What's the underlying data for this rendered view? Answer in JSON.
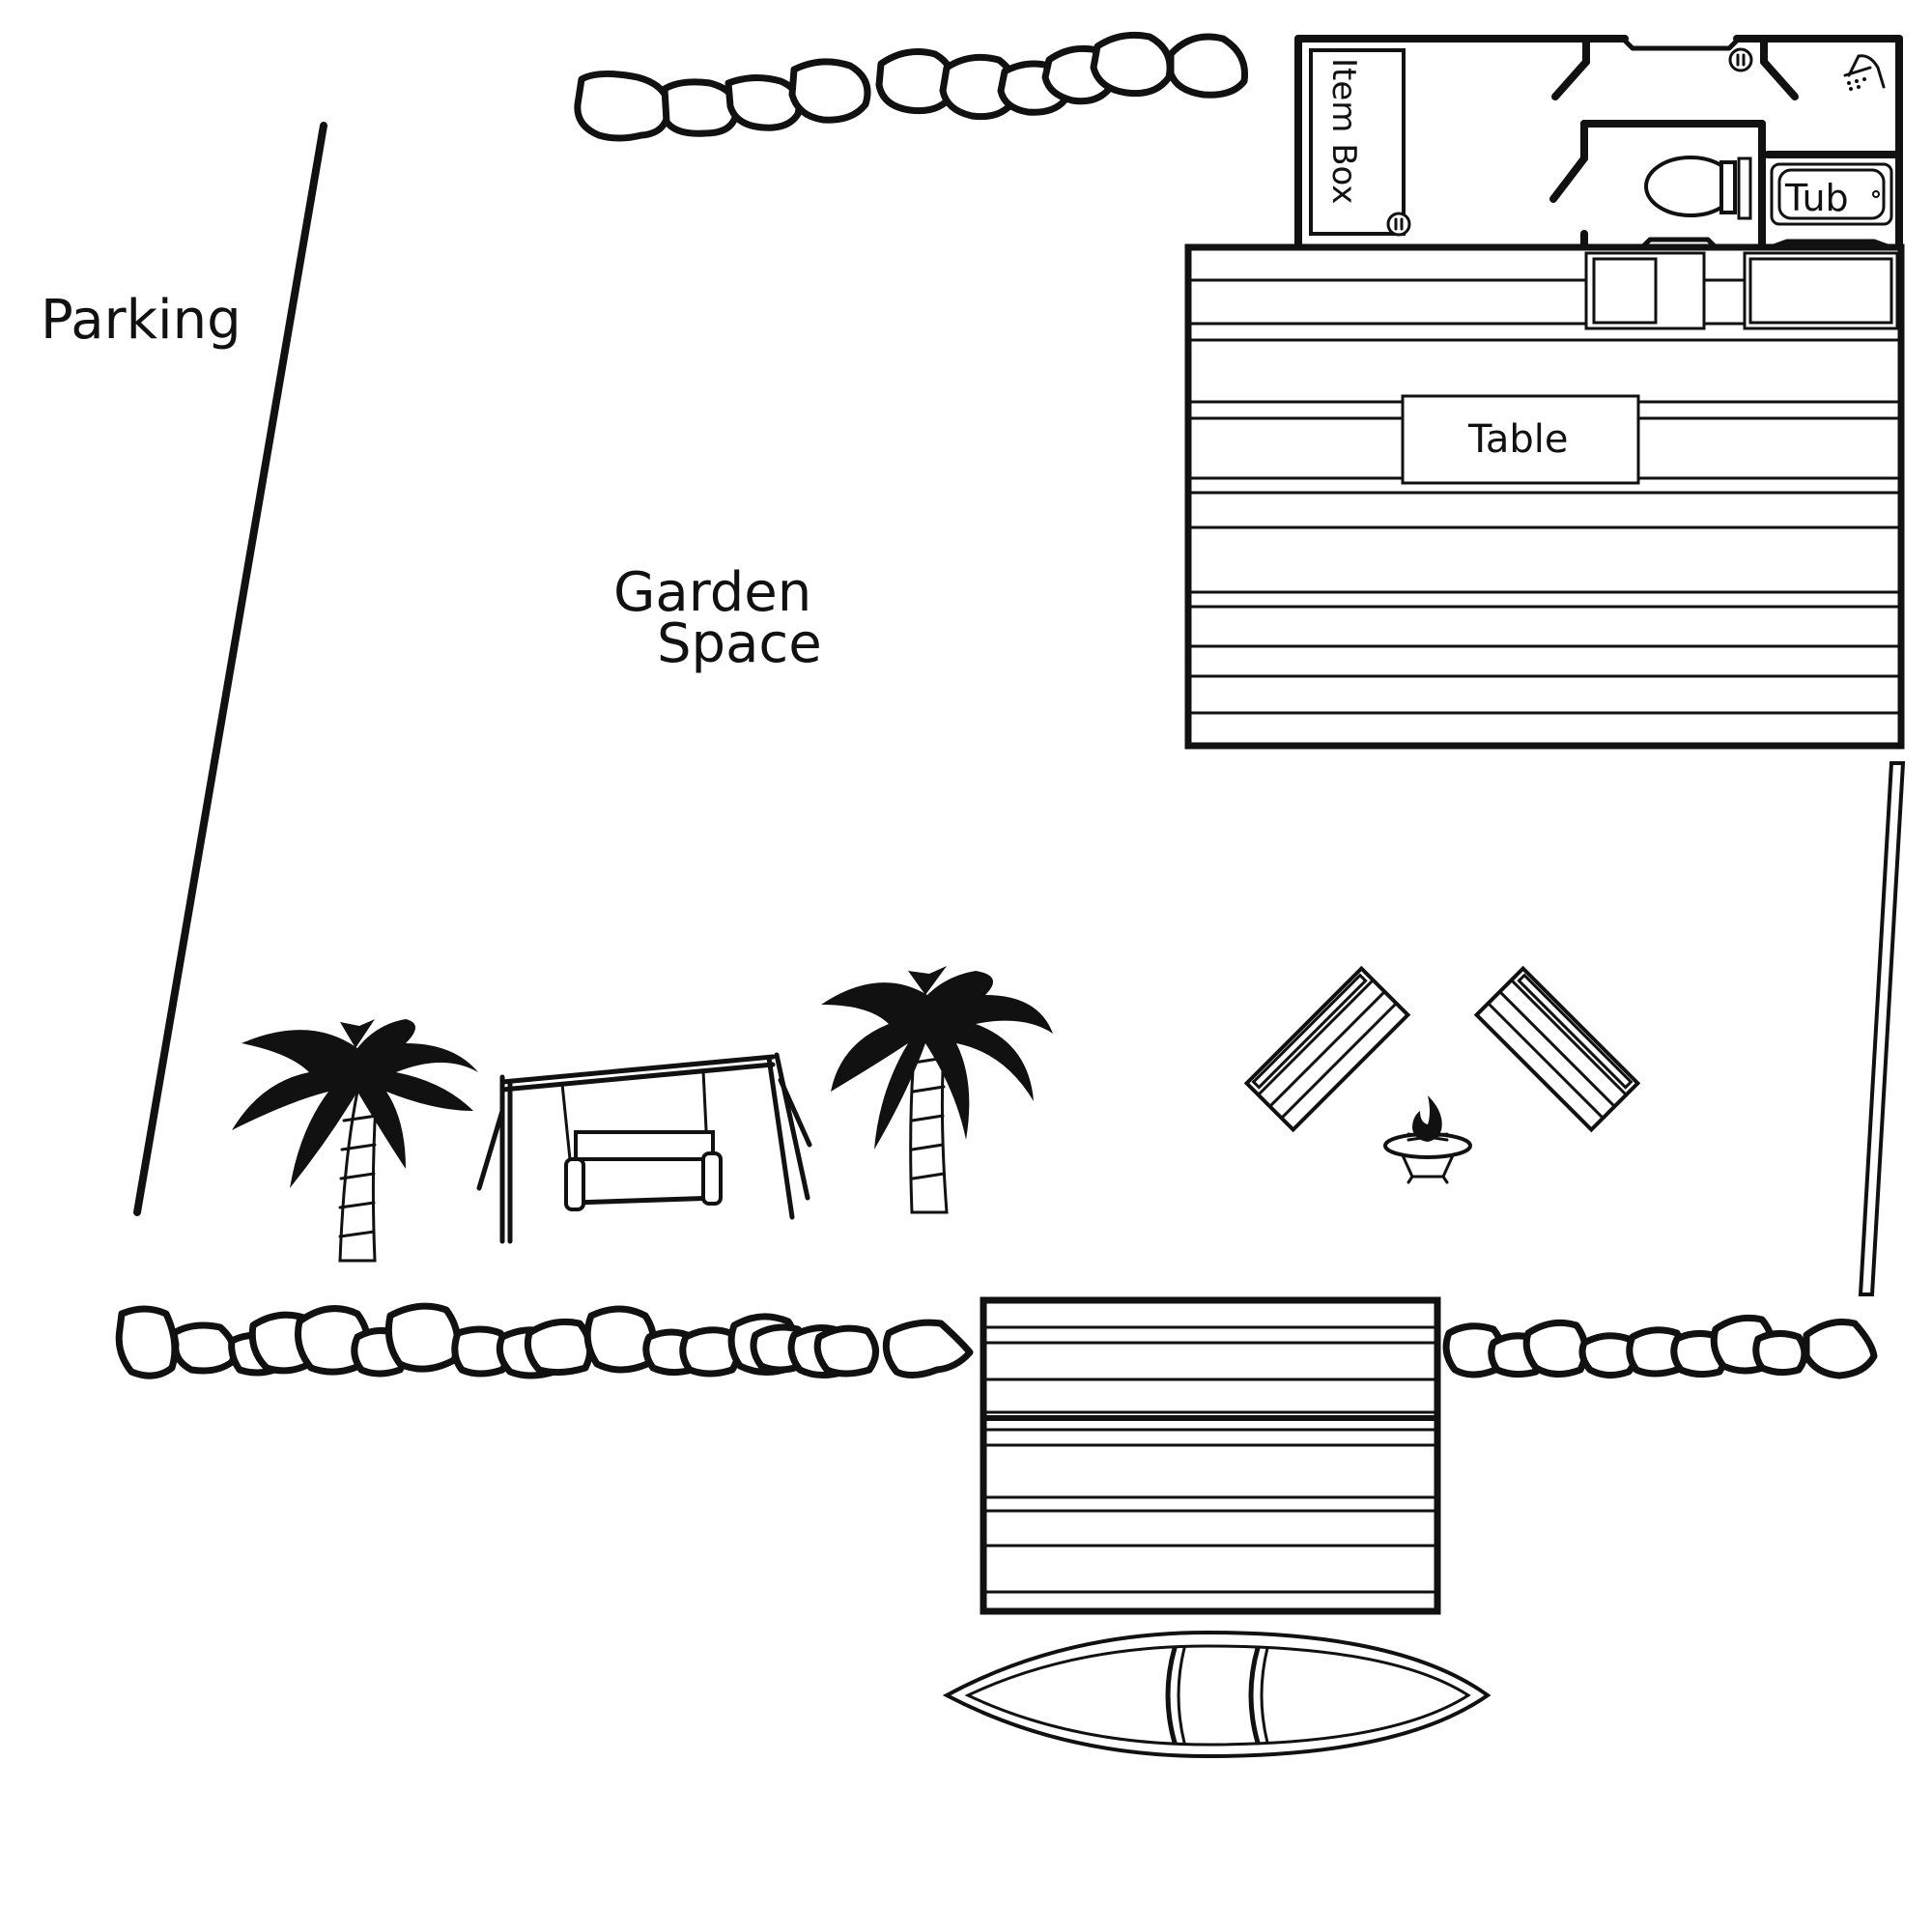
{
  "labels": {
    "parking": "Parking",
    "garden_line1": "Garden",
    "garden_line2": "Space",
    "item_box": "Item Box",
    "tub": "Tub",
    "table": "Table"
  },
  "colors": {
    "ink": "#111111",
    "paper": "#ffffff"
  },
  "icons": [
    "shower-icon",
    "toilet-icon",
    "outlet-icon",
    "palm-tree-icon",
    "fire-pit-icon",
    "canoe-icon",
    "swing-icon",
    "bench-icon"
  ]
}
